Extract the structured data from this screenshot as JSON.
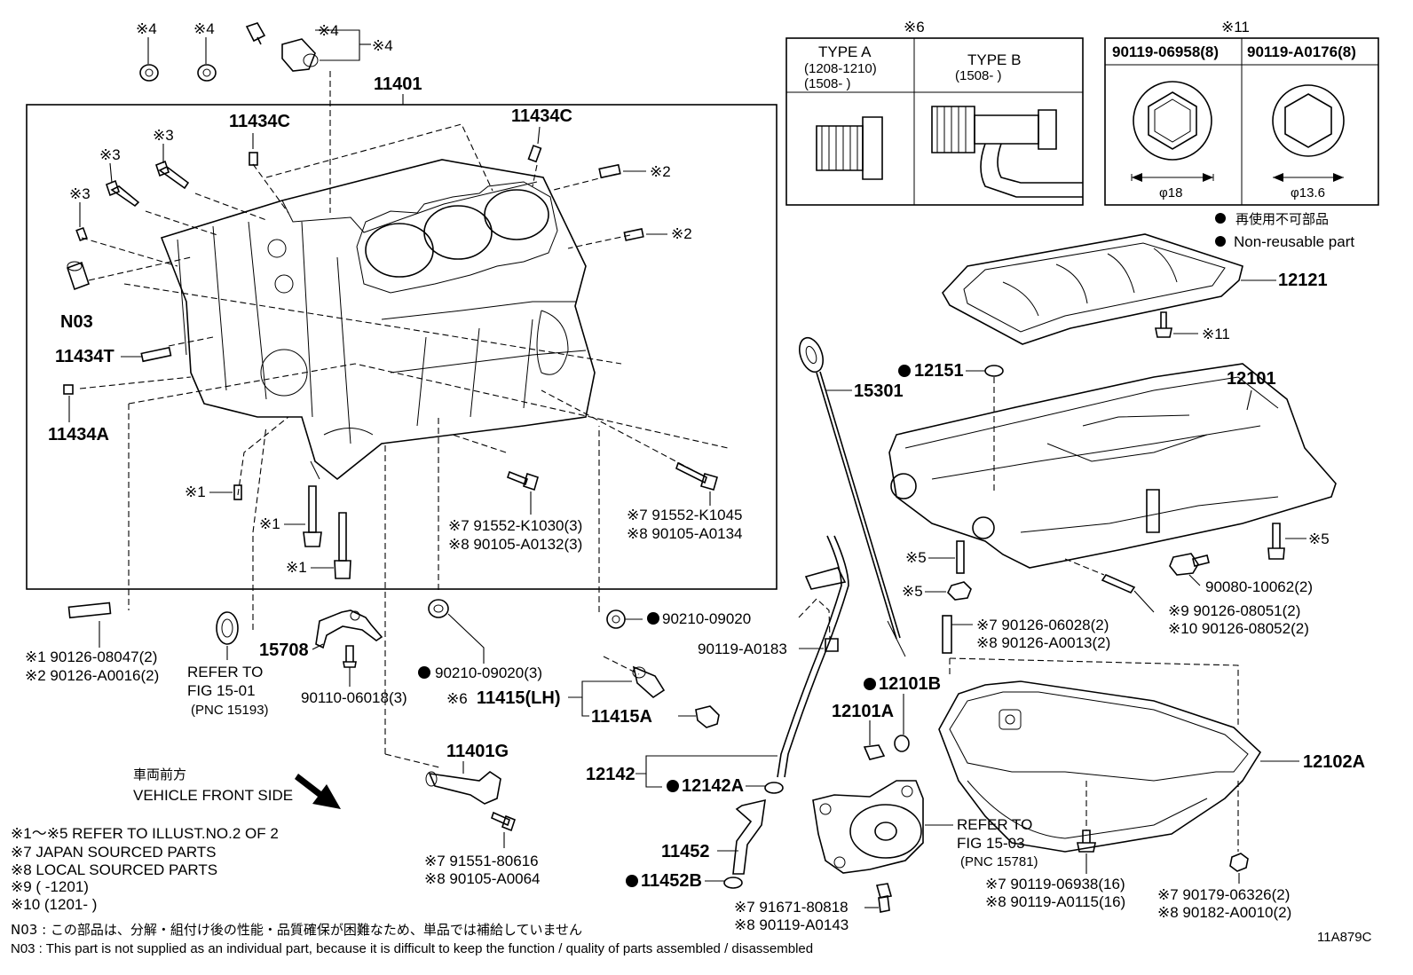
{
  "parts": {
    "block": "11401",
    "plug_c1": "11434C",
    "plug_c2": "11434C",
    "plug_n03": "N03",
    "plug_t": "11434T",
    "plug_a": "11434A",
    "gauge": "15301",
    "gasket_12151": "12151",
    "pan_upper": "12101",
    "baffle": "12121",
    "pan_lower": "12102A",
    "drain_plug": "12101A",
    "drain_gasket": "12101B",
    "guide": "12142",
    "guide_oring": "12142A",
    "tube": "11452",
    "tube_oring": "11452B",
    "sensor": "11401G",
    "bracket": "15708",
    "drain_cock": "11415(LH)",
    "drain_cock_a": "11415A",
    "seal_90210_a": "90210-09020",
    "seal_90210_b": "90210-09020(3)",
    "bolt_90119_a0183": "90119-A0183",
    "bolt_90110": "90110-06018(3)",
    "bolt_90080": "90080-10062(2)"
  },
  "marks": {
    "m4a": "※4",
    "m4b": "※4",
    "m4c": "※4",
    "m4d": "※4",
    "m3a": "※3",
    "m3b": "※3",
    "m3c": "※3",
    "m2a": "※2",
    "m2b": "※2",
    "m1a": "※1",
    "m1b": "※1",
    "m1c": "※1",
    "m5a": "※5",
    "m5b": "※5",
    "m5c": "※5",
    "m11": "※11",
    "m6title": "※6",
    "m11title": "※11"
  },
  "callouts": {
    "c_91552_k1030": [
      "※7  91552-K1030(3)",
      "※8  90105-A0132(3)"
    ],
    "c_91552_k1045": [
      "※7  91552-K1045",
      "※8  90105-A0134"
    ],
    "c_90126_08047": [
      "※1 90126-08047(2)",
      "※2 90126-A0016(2)"
    ],
    "c_90126_06028": [
      "※7  90126-06028(2)",
      "※8  90126-A0013(2)"
    ],
    "c_90126_08051": [
      "※9    90126-08051(2)",
      "※10  90126-08052(2)"
    ],
    "c_91551": [
      "※7  91551-80616",
      "※8  90105-A0064"
    ],
    "c_91671": [
      "※7  91671-80818",
      "※8  90119-A0143"
    ],
    "c_90119_06938": [
      "※7  90119-06938(16)",
      "※8  90119-A0115(16)"
    ],
    "c_90179": [
      "※7  90179-06326(2)",
      "※8  90182-A0010(2)"
    ],
    "m6_11415": "※6",
    "refer_1501": [
      "REFER TO",
      "FIG 15-01",
      "(PNC 15193)"
    ],
    "refer_1503": [
      "REFER TO",
      "FIG 15-03",
      "(PNC 15781)"
    ]
  },
  "type_box": {
    "type_a": "TYPE A",
    "type_a_range1": "(1208-1210)",
    "type_a_range2": "(1508-      )",
    "type_b": "TYPE B",
    "type_b_range": "(1508-      )"
  },
  "bolt_box": {
    "col1": "90119-06958(8)",
    "col2": "90119-A0176(8)",
    "dim1": "φ18",
    "dim2": "φ13.6"
  },
  "legend": {
    "jp": "再使用不可部品",
    "en": "Non-reusable part"
  },
  "front": {
    "jp": "車両前方",
    "en": "VEHICLE FRONT SIDE"
  },
  "notes": [
    "※1～※5  REFER TO ILLUST.NO.2 OF 2",
    "※7 JAPAN SOURCED PARTS",
    "※8 LOCAL SOURCED PARTS",
    "※9  (        -1201)",
    "※10 (1201-        )"
  ],
  "footnote_jp": "N03 : この部品は、分解・組付け後の性能・品質確保が困難なため、単品では補給していません",
  "footnote_en": "N03 : This part is not supplied as an individual part, because it is difficult to keep the function / quality of parts  assembled / disassembled",
  "figure_id": "11A879C"
}
